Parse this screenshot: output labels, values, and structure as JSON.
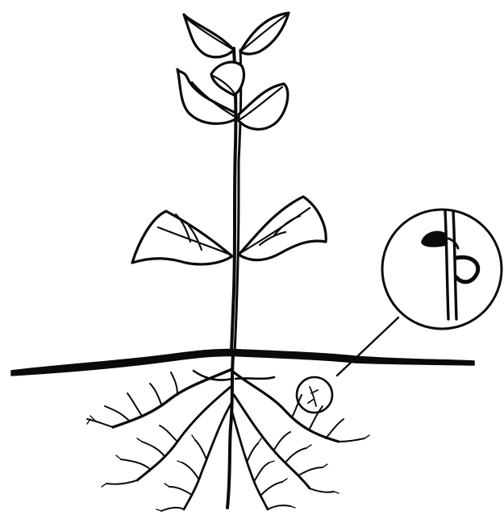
{
  "figure": {
    "subject": "plant",
    "colors": {
      "ink": "#0a0a0a",
      "paper": "#ffffff"
    },
    "parts": [
      "top-leaves-icon",
      "middle-leaves-icon",
      "lower-leaves-icon",
      "stem-icon",
      "ground-line",
      "root-system-icon",
      "root-hair-highlight-circle",
      "callout-line",
      "magnified-root-hair-icon"
    ]
  }
}
